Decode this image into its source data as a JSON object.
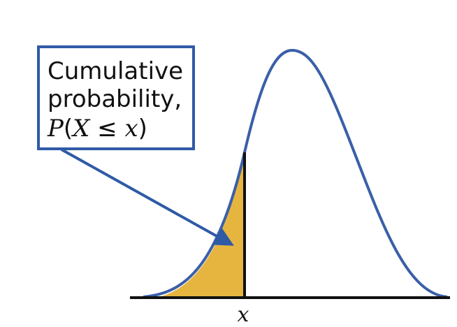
{
  "callout": {
    "line1": "Cumulative",
    "line2": "probability,",
    "line3_parts": [
      "P",
      "(",
      "X",
      " ≤ ",
      "x",
      ")"
    ]
  },
  "x_label": "x",
  "colors": {
    "curve": "#3a5fa8",
    "fill": "#e6b53f",
    "axis": "#111111",
    "box_border": "#2f5aa6",
    "arrow": "#2f5aa6"
  },
  "icons": [
    "arrow-pointer-icon"
  ]
}
